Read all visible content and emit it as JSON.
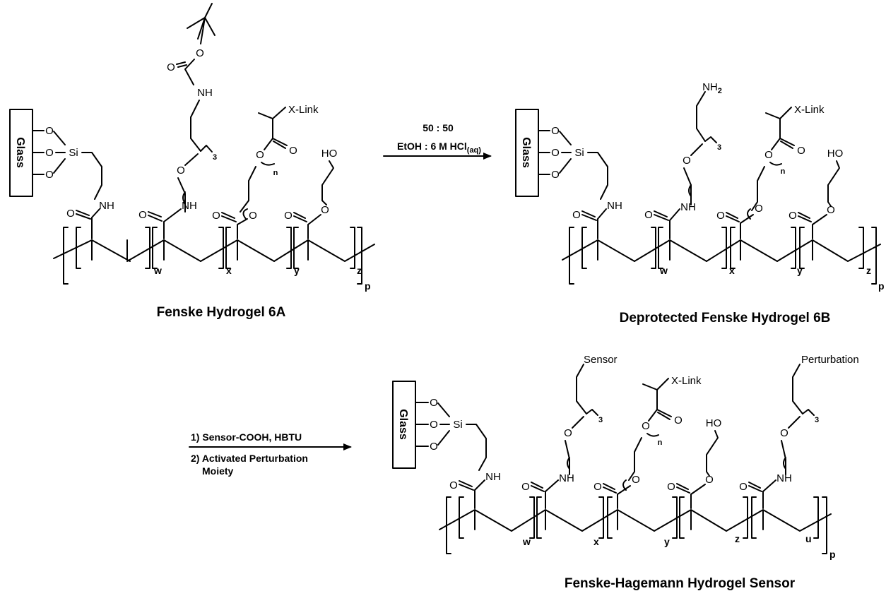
{
  "molecules": {
    "m6a": {
      "title": "Fenske Hydrogel 6A",
      "glass": "Glass",
      "boc_o": "O",
      "boc_co": "O",
      "boc_nh": "NH",
      "x_link": "X-Link",
      "ether_o": "O",
      "rep3": "3",
      "ester1_o": "O",
      "ester1_co": "O",
      "rep_n": "n",
      "ho": "HO",
      "ester2_o": "O",
      "ester2_co": "O",
      "si": "Si",
      "si_o1": "O",
      "si_o2": "O",
      "si_o3": "O",
      "amide1_o": "O",
      "amide1_nh": "NH",
      "amide2_o": "O",
      "amide2_nh": "NH",
      "idx_w": "w",
      "idx_x": "x",
      "idx_y": "y",
      "idx_z": "z",
      "idx_p": "p"
    },
    "m6b": {
      "title": "Deprotected Fenske Hydrogel 6B",
      "glass": "Glass",
      "nh2": "NH",
      "nh2_sub": "2",
      "x_link": "X-Link",
      "ether_o": "O",
      "rep3": "3",
      "ester1_o": "O",
      "ester1_co": "O",
      "rep_n": "n",
      "ho": "HO",
      "ester2_o": "O",
      "ester2_co": "O",
      "si": "Si",
      "si_o1": "O",
      "si_o2": "O",
      "si_o3": "O",
      "amide1_o": "O",
      "amide1_nh": "NH",
      "amide2_o": "O",
      "amide2_nh": "NH",
      "idx_w": "w",
      "idx_x": "x",
      "idx_y": "y",
      "idx_z": "z",
      "idx_p": "p"
    },
    "sensor": {
      "title": "Fenske-Hagemann Hydrogel Sensor",
      "glass": "Glass",
      "sensor_label": "Sensor",
      "perturbation_label": "Perturbation",
      "x_link": "X-Link",
      "ether1_o": "O",
      "rep3a": "3",
      "ether2_o": "O",
      "rep3b": "3",
      "ester1_o": "O",
      "ester1_co": "O",
      "rep_n": "n",
      "ho": "HO",
      "ester2_o": "O",
      "ester2_co": "O",
      "si": "Si",
      "si_o1": "O",
      "si_o2": "O",
      "si_o3": "O",
      "amide1_o": "O",
      "amide1_nh": "NH",
      "amide2_o": "O",
      "amide2_nh": "NH",
      "amide3_o": "O",
      "amide3_nh": "NH",
      "idx_w": "w",
      "idx_x": "x",
      "idx_y": "y",
      "idx_z": "z",
      "idx_u": "u",
      "idx_p": "p"
    }
  },
  "reaction1": {
    "ratio": "50 : 50",
    "solvent_main": "EtOH : 6 M HCl",
    "solvent_sub": "(aq)"
  },
  "reaction2": {
    "step1": "1) Sensor-COOH, HBTU",
    "step2_line1": "2) Activated Perturbation",
    "step2_line2": "Moiety"
  }
}
